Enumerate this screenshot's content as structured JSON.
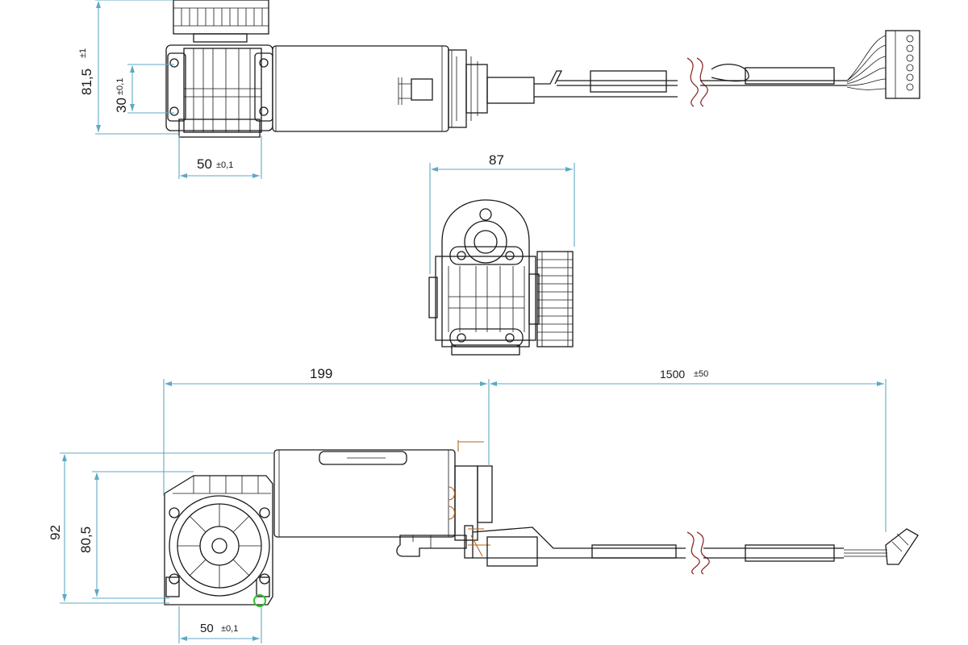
{
  "top_view": {
    "dim_height": {
      "value": "81,5",
      "tol": "±1"
    },
    "dim_bore": {
      "value": "30",
      "tol": "±0,1"
    },
    "dim_width": {
      "value": "50",
      "tol": "±0,1"
    }
  },
  "end_view": {
    "dim_width": {
      "value": "87"
    }
  },
  "side_view": {
    "dim_length": {
      "value": "199"
    },
    "dim_cable": {
      "value": "1500",
      "tol": "±50"
    },
    "dim_height": {
      "value": "92"
    },
    "dim_height2": {
      "value": "80,5"
    },
    "dim_width": {
      "value": "50",
      "tol": "±0,1"
    }
  },
  "colors": {
    "dimension": "#5fa9c4",
    "line": "#1a1a1a",
    "break_mark": "#8b2e2e",
    "highlight": "#27c427"
  }
}
